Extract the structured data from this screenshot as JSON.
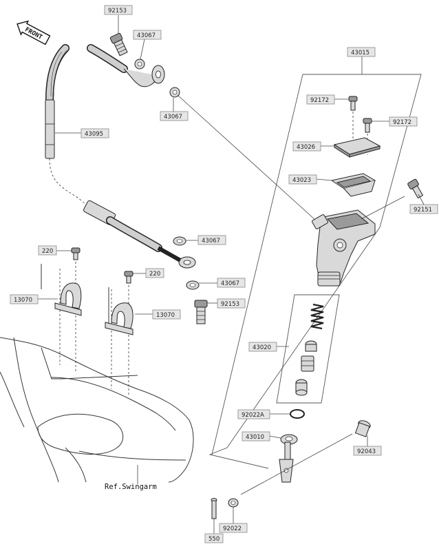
{
  "labels": {
    "l92153a": "92153",
    "l43067a": "43067",
    "l43067b": "43067",
    "l43095": "43095",
    "l43015": "43015",
    "l92172a": "92172",
    "l92172b": "92172",
    "l43026": "43026",
    "l43023": "43023",
    "l92151": "92151",
    "l220a": "220",
    "l43067c": "43067",
    "l220b": "220",
    "l13070a": "13070",
    "l43067d": "43067",
    "l92153b": "92153",
    "l13070b": "13070",
    "l43020": "43020",
    "l92022A": "92022A",
    "l43010": "43010",
    "l92043": "92043",
    "l550": "550",
    "l92022": "92022"
  },
  "front_marker": "FRONT",
  "ref_text": "Ref.Swingarm"
}
